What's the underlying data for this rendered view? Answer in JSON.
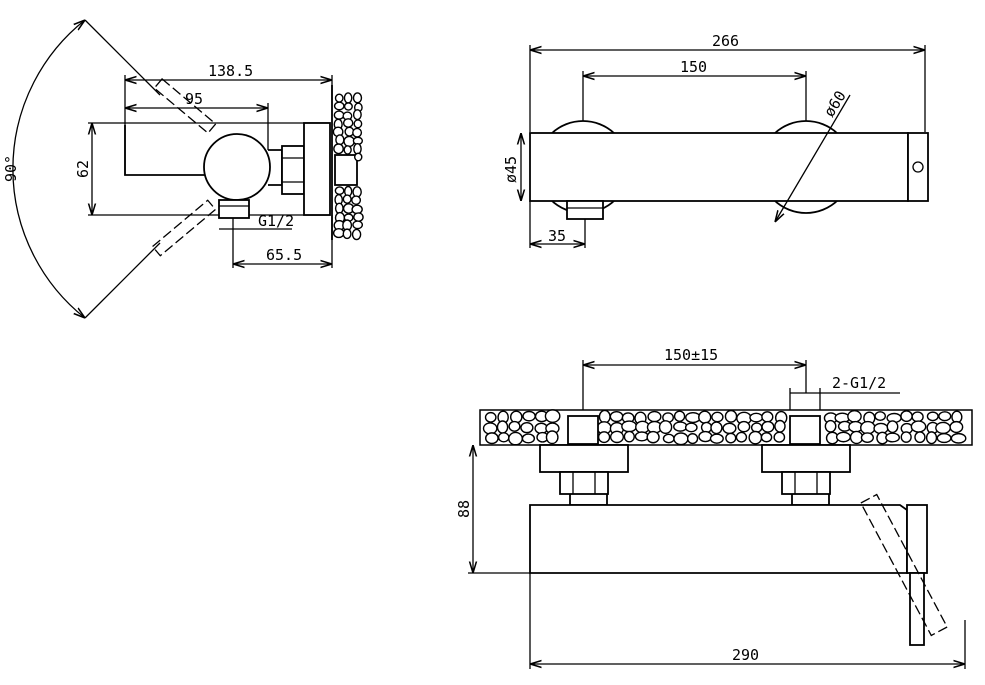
{
  "drawing": {
    "side_view": {
      "angle": "90°",
      "dim_overall": "138.5",
      "dim_lever": "95",
      "dim_height": "62",
      "dim_thread": "G1/2",
      "dim_outlet": "65.5"
    },
    "top_view": {
      "dim_overall": "266",
      "dim_centers": "150",
      "dim_diameter_flange": "ø60",
      "dim_diameter_body": "ø45",
      "dim_outlet": "35"
    },
    "front_view": {
      "dim_centers": "150±15",
      "dim_thread": "2-G1/2",
      "dim_height": "88",
      "dim_overall": "290"
    }
  }
}
